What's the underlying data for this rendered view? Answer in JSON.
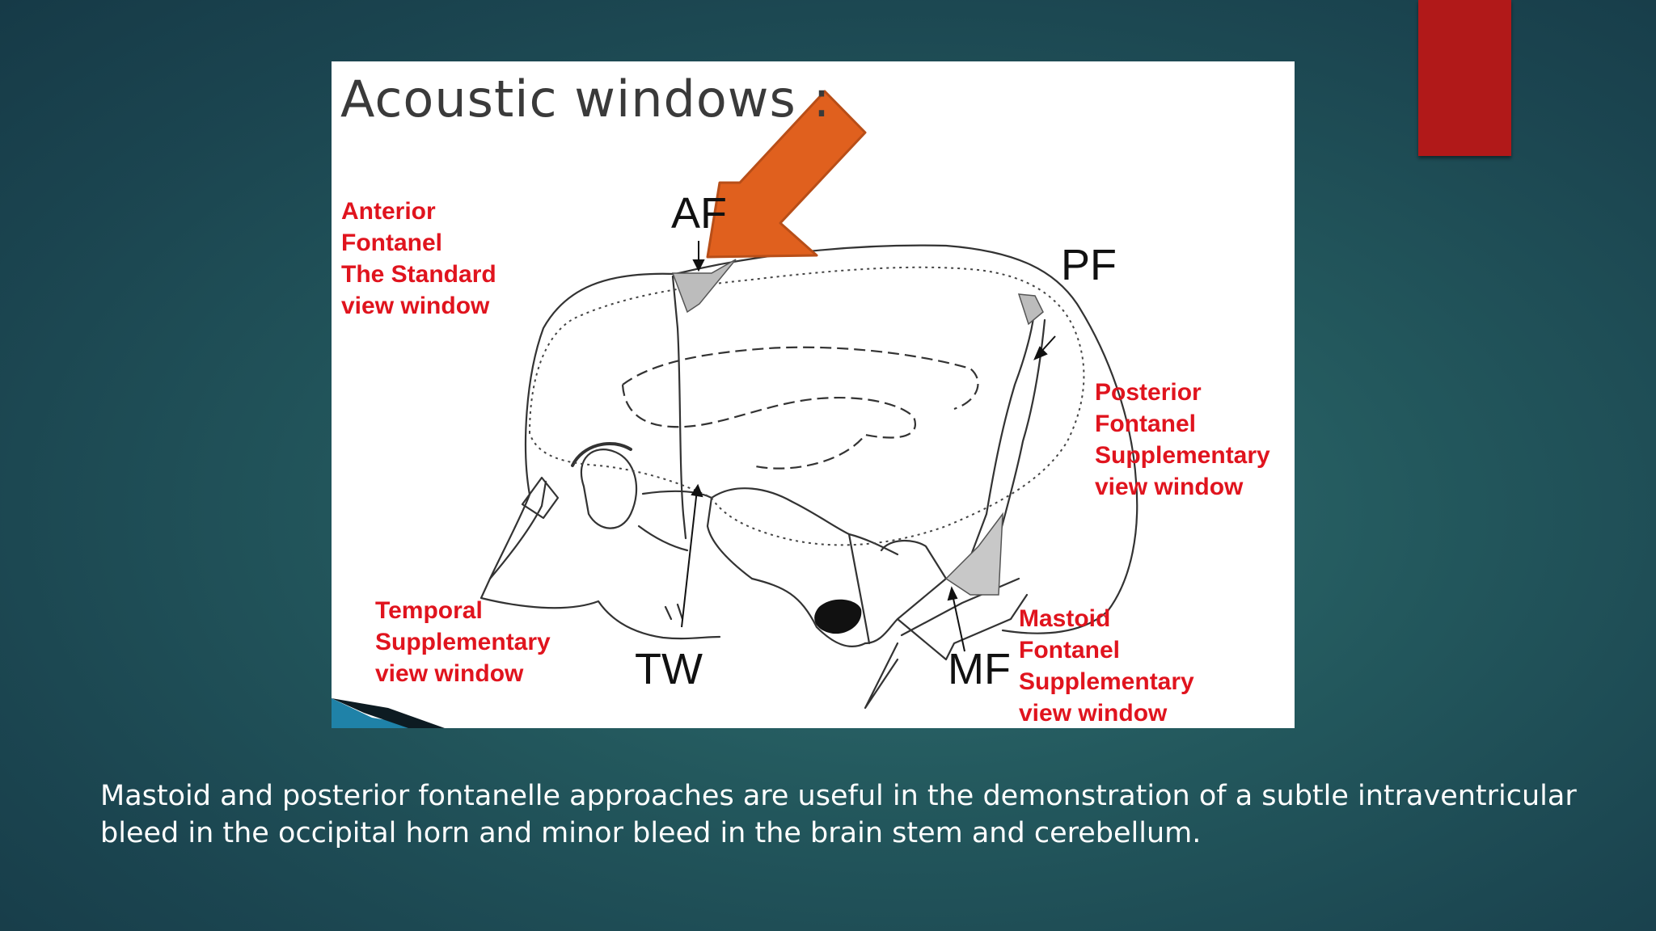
{
  "figure": {
    "title": "Acoustic windows :",
    "labels": {
      "anterior": [
        "Anterior",
        "Fontanel",
        "The Standard",
        "view  window"
      ],
      "posterior": [
        "Posterior",
        "Fontanel",
        "Supplementary",
        "view  window"
      ],
      "temporal": [
        "Temporal",
        "Supplementary",
        "view  window"
      ],
      "mastoid": [
        "Mastoid",
        "Fontanel",
        "Supplementary",
        "view  window"
      ]
    },
    "abbreviations": {
      "af": "AF",
      "pf": "PF",
      "tw": "TW",
      "mf": "MF"
    }
  },
  "caption": {
    "line1": "Mastoid and posterior fontanelle approaches are useful in the demonstration of a subtle intraventricular",
    "line2": "bleed in the occipital horn and minor bleed in the brain stem and cerebellum."
  },
  "colors": {
    "accent_red": "#b11919",
    "label_red": "#e0141e",
    "arrow_orange": "#e0601e"
  }
}
